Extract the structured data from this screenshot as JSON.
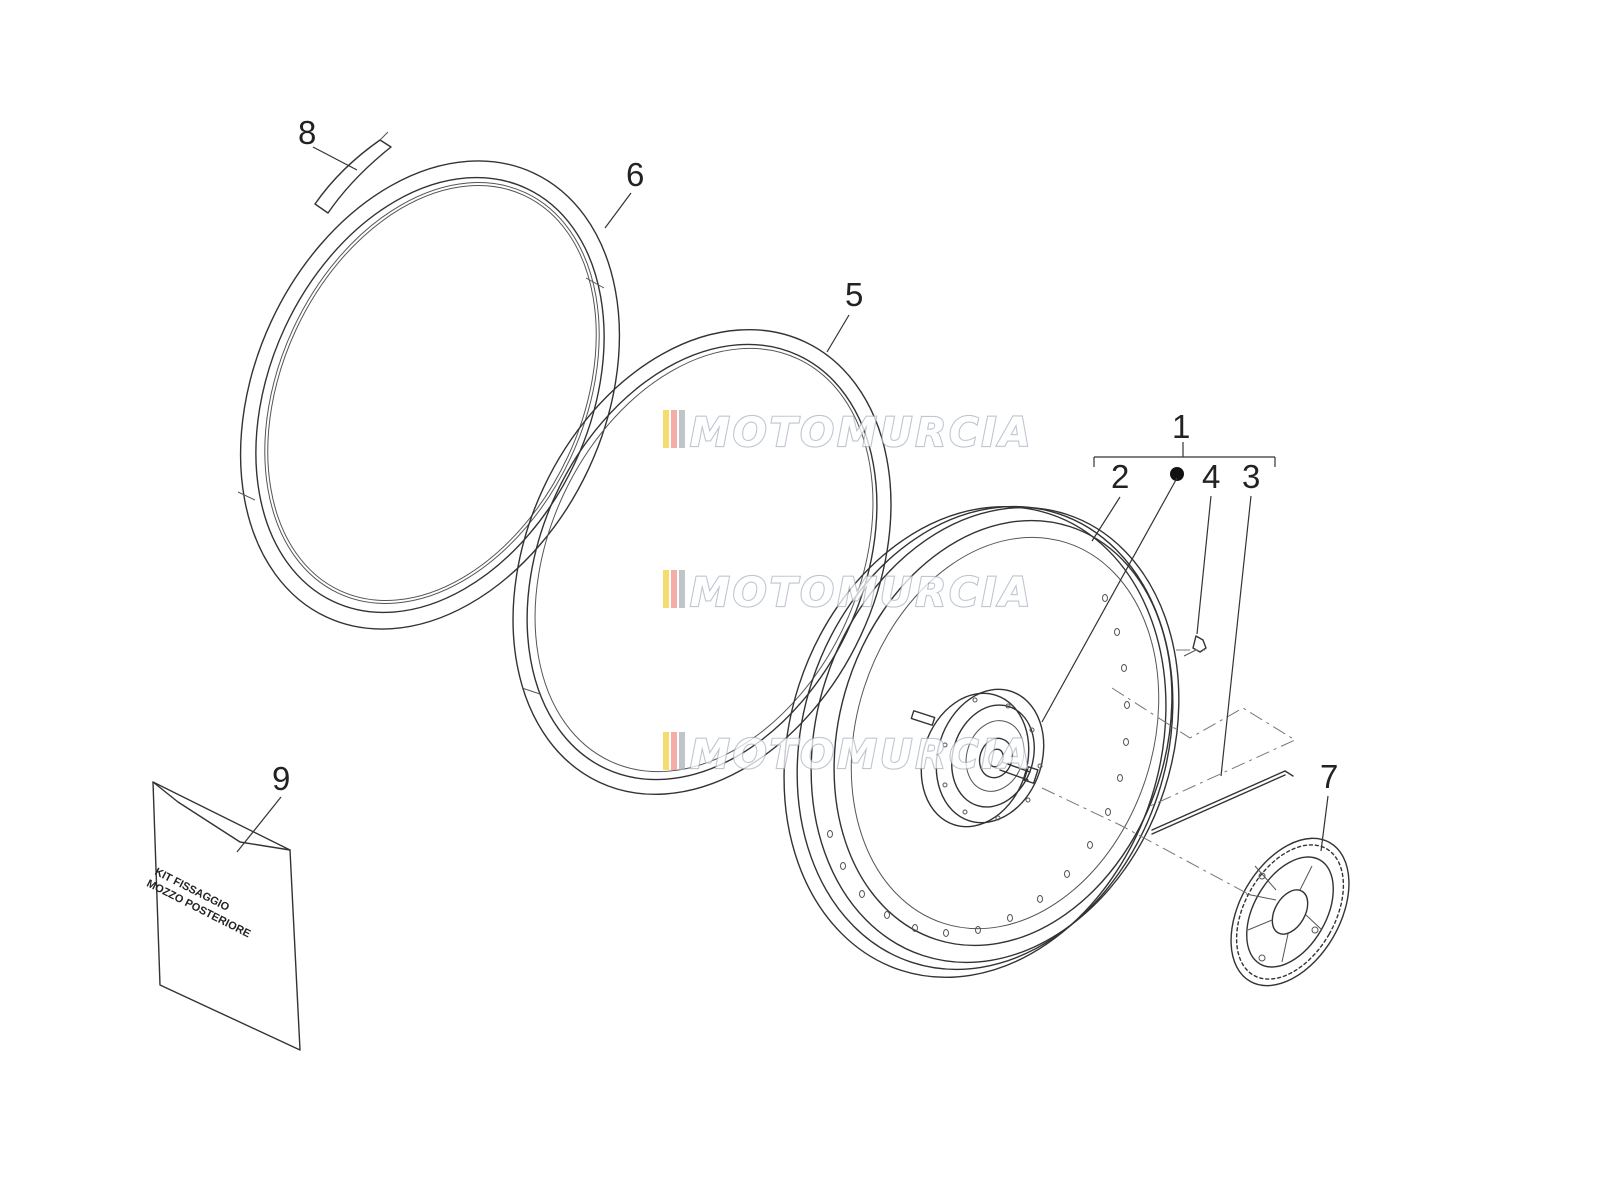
{
  "callouts": {
    "c1": "1",
    "c2": "2",
    "c3": "3",
    "c4": "4",
    "c5": "5",
    "c6": "6",
    "c7": "7",
    "c8": "8",
    "c9": "9"
  },
  "bag_label": {
    "line1": "KIT FISSAGGIO",
    "line2": "MOZZO POSTERIORE"
  },
  "watermark": {
    "text": "MOTOMURCIA",
    "stripe_colors": [
      "#f4d03f",
      "#f1948a",
      "#abb2b9"
    ]
  }
}
